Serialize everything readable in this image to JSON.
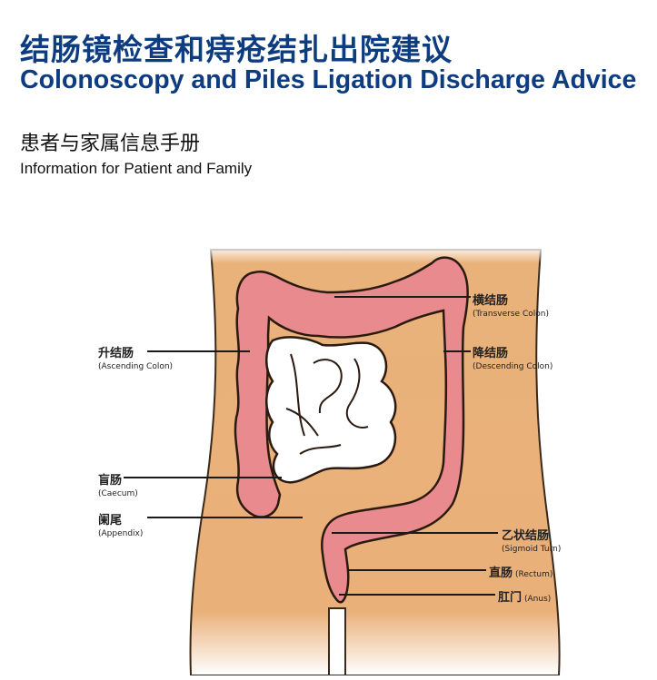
{
  "header": {
    "title_zh": "结肠镜检查和痔疮结扎出院建议",
    "title_en": "Colonoscopy and Piles Ligation Discharge Advice",
    "subtitle_zh": "患者与家属信息手册",
    "subtitle_en": "Information for Patient and Family"
  },
  "colors": {
    "title": "#0d3d80",
    "skin": "#e9b27a",
    "colon": "#e98a8e",
    "small_intestine": "#ffffff",
    "outline": "#2a1a10"
  },
  "diagram": {
    "labels": [
      {
        "zh": "横结肠",
        "en": "(Transverse Colon)"
      },
      {
        "zh": "升结肠",
        "en": "(Ascending Colon)"
      },
      {
        "zh": "降结肠",
        "en": "(Descending Colon)"
      },
      {
        "zh": "盲肠",
        "en": "(Caecum)"
      },
      {
        "zh": "阑尾",
        "en": "(Appendix)"
      },
      {
        "zh": "乙状结肠",
        "en": "(Sigmoid Turn)"
      },
      {
        "zh": "直肠",
        "en": "(Rectum)"
      },
      {
        "zh": "肛门",
        "en": "(Anus)"
      }
    ]
  }
}
